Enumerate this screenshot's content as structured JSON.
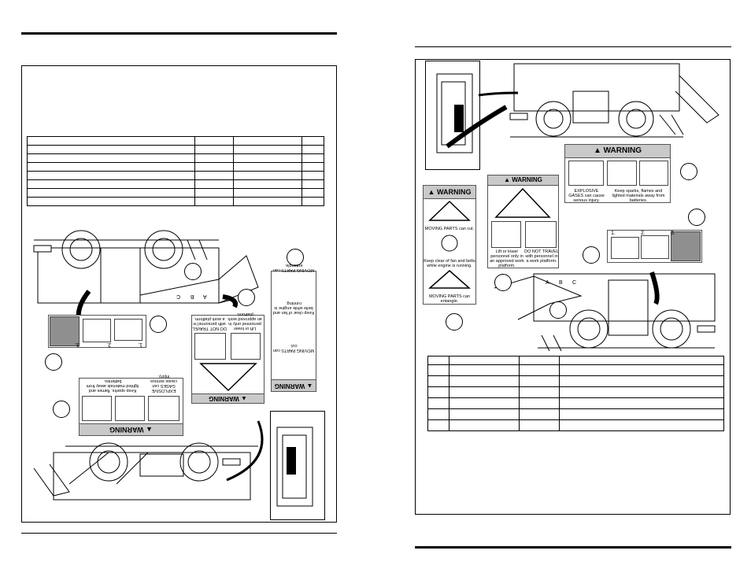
{
  "warning_label": "WARNING",
  "decals": {
    "explosive": {
      "left_text": "EXPLOSIVE GASES can cause serious injury.",
      "right_text": "Keep sparks, flames and lighted materials away from batteries."
    },
    "moving_parts": {
      "top_text": "MOVING PARTS can cut.",
      "mid_text": "Keep clear of fan and belts while engine is running.",
      "bottom_text": "MOVING PARTS can entangle."
    },
    "platform": {
      "left_text": "Lift or lower personnel only in an approved work platform.",
      "right_text": "DO NOT TRAVEL with personnel in a work platform."
    },
    "steps": [
      "1.",
      "2.",
      "3."
    ]
  },
  "boom_markers": [
    "A",
    "B",
    "C"
  ],
  "tables": {
    "left": {
      "rows": 8,
      "cols": 4
    },
    "right": {
      "rows": 7,
      "cols": 4
    }
  },
  "icons": [
    "explosion-icon",
    "no-spark-icon",
    "no-flame-icon",
    "fan-hand-icon",
    "platform-icon",
    "no-travel-icon",
    "cable-icon"
  ]
}
